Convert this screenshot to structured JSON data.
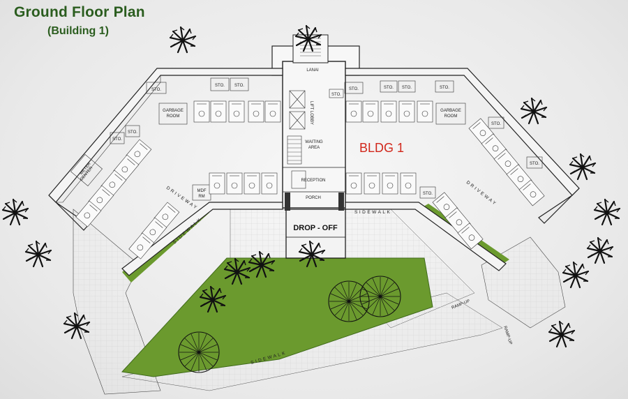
{
  "header": {
    "title": "Ground Floor Plan",
    "subtitle": "(Building 1)"
  },
  "plan": {
    "building_label": "BLDG 1",
    "drop_off": "DROP - OFF",
    "rooms": {
      "lanai": "LANAI",
      "lift_lobby": "LIFT LOBBY",
      "waiting_area_1": "WAITING",
      "waiting_area_2": "AREA",
      "reception": "RECEPTION",
      "porch": "PORCH",
      "garbage_left_1": "GARBAGE",
      "garbage_left_2": "ROOM",
      "garbage_right_1": "GARBAGE",
      "garbage_right_2": "ROOM",
      "meter_center_1": "METER",
      "meter_center_2": "CENTER",
      "mdf_room_1": "MDF",
      "mdf_room_2": "RM",
      "storage": "STO."
    },
    "paths": {
      "driveway": "DRIVEWAY",
      "sidewalk": "SIDEWALK",
      "ramp_up": "RAMP-UP"
    },
    "colors": {
      "lawn": "#6b9a2e",
      "bldg_label": "#d1271b",
      "title": "#2b5d1f"
    }
  }
}
